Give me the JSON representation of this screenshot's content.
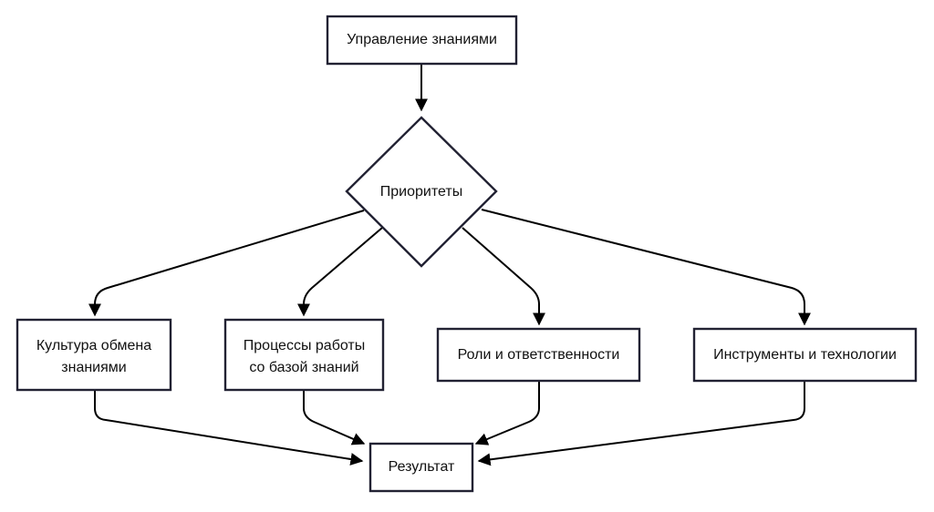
{
  "diagram": {
    "nodes": {
      "root": {
        "label": "Управление знаниями"
      },
      "decision": {
        "label": "Приоритеты"
      },
      "culture": {
        "line1": "Культура обмена",
        "line2": "знаниями"
      },
      "processes": {
        "line1": "Процессы работы",
        "line2": "со базой знаний"
      },
      "roles": {
        "label": "Роли и ответственности"
      },
      "tools": {
        "label": "Инструменты и технологии"
      },
      "result": {
        "label": "Результат"
      }
    },
    "edges": [
      {
        "from": "Управление знаниями",
        "to": "Приоритеты"
      },
      {
        "from": "Приоритеты",
        "to": "Культура обмена знаниями"
      },
      {
        "from": "Приоритеты",
        "to": "Процессы работы со базой знаний"
      },
      {
        "from": "Приоритеты",
        "to": "Роли и ответственности"
      },
      {
        "from": "Приоритеты",
        "to": "Инструменты и технологии"
      },
      {
        "from": "Культура обмена знаниями",
        "to": "Результат"
      },
      {
        "from": "Процессы работы со базой знаний",
        "to": "Результат"
      },
      {
        "from": "Роли и ответственности",
        "to": "Результат"
      },
      {
        "from": "Инструменты и технологии",
        "to": "Результат"
      }
    ]
  }
}
